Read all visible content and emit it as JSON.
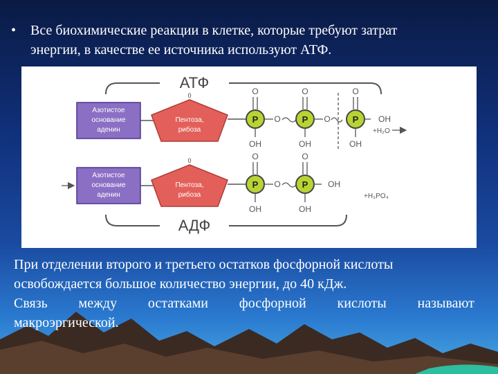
{
  "slide": {
    "bullet": "•",
    "bullet_line1": "Все биохимические реакции в клетке, которые требуют затрат",
    "bullet_line2": "энергии, в качестве ее источника используют АТФ.",
    "para_line1": "При отделении второго и третьего остатков фосфорной кислоты",
    "para_line2": "освобождается большое количество энергии, до 40 кДж.",
    "para_line3_words": [
      "Связь",
      "между",
      "остатками",
      "фосфорной",
      "кислоты",
      "называют"
    ],
    "para_line4": "макроэргической."
  },
  "diagram": {
    "atp_label": "АТФ",
    "adp_label": "АДФ",
    "base_line1": "Азотистое",
    "base_line2": "основание",
    "base_line3": "аденин",
    "sugar_line1": "Пентоза,",
    "sugar_line2": "рибоза",
    "phosphate": "P",
    "oxygen_top": "O",
    "oh": "OH",
    "bridge_o": "O",
    "sugar_o": "0",
    "water": "+H₂O",
    "phosphoric_acid": "+H₃PO₄",
    "colors": {
      "base_fill": "#8b6fc4",
      "sugar_fill": "#e3605a",
      "phosphate_fill": "#b7d433",
      "line": "#555555"
    }
  }
}
